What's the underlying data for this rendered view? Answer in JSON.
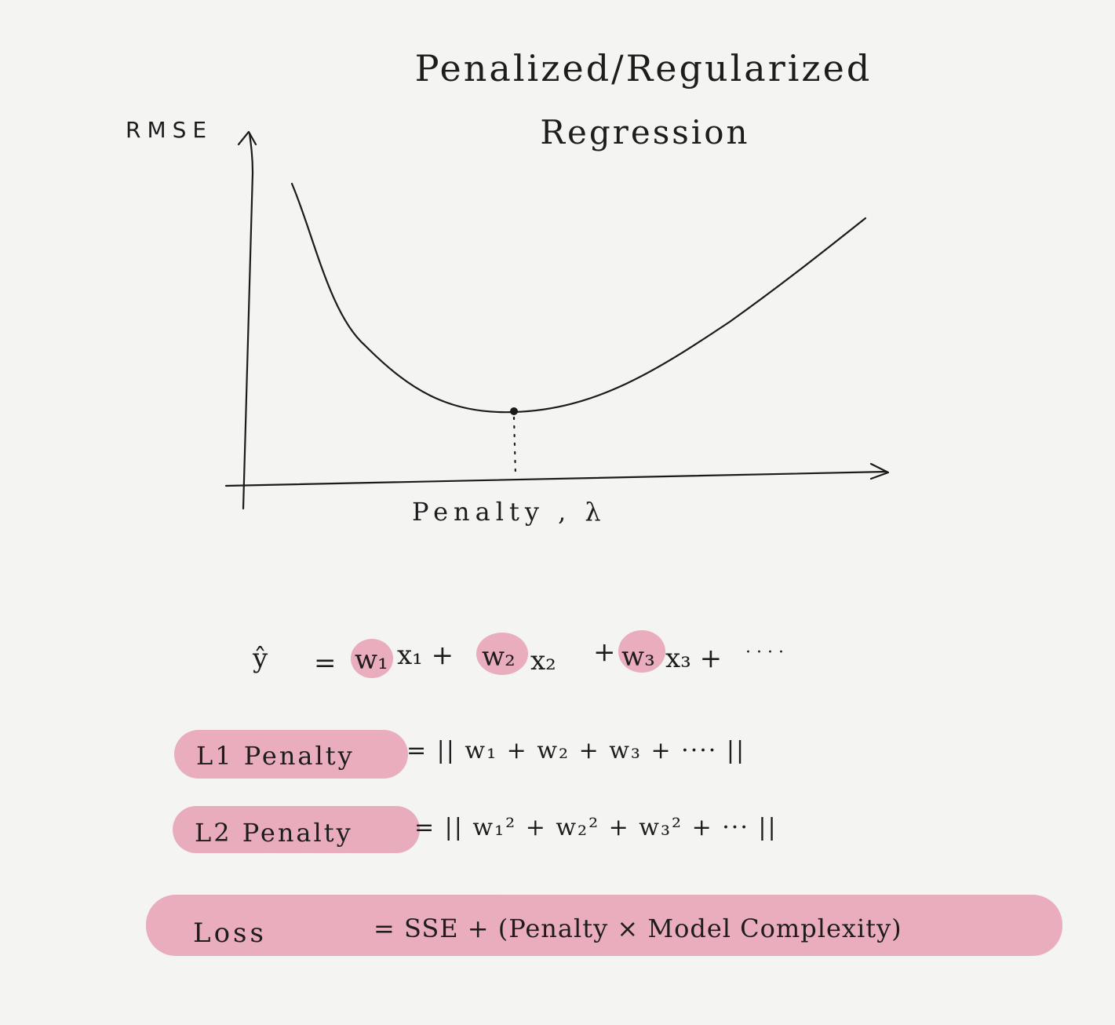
{
  "title": {
    "line1": "Penalized/Regularized",
    "line2": "Regression"
  },
  "graph": {
    "y_axis_label": "RMSE",
    "x_axis_label": "Penalty , λ",
    "curve": "U-shaped RMSE curve with a marked minimum"
  },
  "equations": {
    "prediction": {
      "lhs": "ŷ",
      "eq": "=",
      "w1": "w₁",
      "x1": "x₁ +",
      "w2": "w₂",
      "x2": "x₂",
      "plus": "+",
      "w3": "w₃",
      "x3": "x₃ +",
      "dots": "· · · ·"
    },
    "l1": {
      "label": "L1 Penalty",
      "rhs": "= || w₁ + w₂ + w₃ + ···· ||"
    },
    "l2": {
      "label": "L2 Penalty",
      "rhs": "= || w₁² + w₂² + w₃² + ··· ||"
    },
    "loss": {
      "label": "Loss",
      "rhs": "= SSE + (Penalty × Model Complexity)"
    }
  },
  "colors": {
    "highlight": "#e8a0b4",
    "ink": "#1b1b1b",
    "paper": "#f4f4f3"
  }
}
